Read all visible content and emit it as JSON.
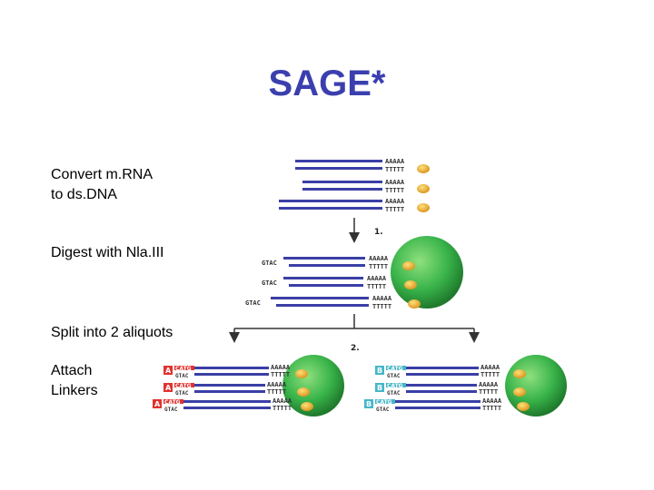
{
  "title": "SAGE*",
  "steps": {
    "convert_line1": "Convert m.RNA",
    "convert_line2": "to ds.DNA",
    "digest": "Digest with Nla.III",
    "split": "Split into 2 aliquots",
    "attach_line1": "Attach",
    "attach_line2": "Linkers"
  },
  "diagram": {
    "step1_label": "1.",
    "step2_label": "2.",
    "polyA": "AAAAA",
    "polyT": "TTTTT",
    "site": "GTAC",
    "site_linker": "CATG",
    "linker_a": "A",
    "linker_b": "B"
  },
  "colors": {
    "title": "#3b3fae",
    "strand": "#3a3fa6",
    "bead": "#39b44a",
    "cap": "#f2b31b",
    "linker_a": "#e0322f",
    "linker_b": "#45b6c8"
  }
}
